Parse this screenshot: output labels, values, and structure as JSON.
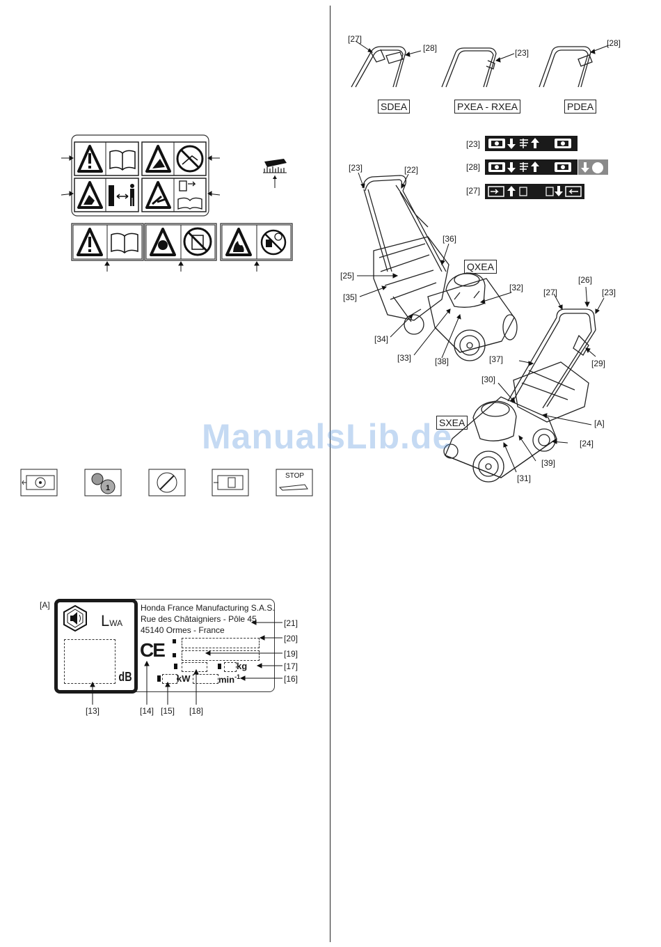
{
  "refs": {
    "r27a": "[27]",
    "r28a": "[28]",
    "r23a": "[23]",
    "r28b": "[28]",
    "r23b": "[23]",
    "r28c": "[28]",
    "r27b": "[27]",
    "r23c": "[23]",
    "r22": "[22]",
    "r36": "[36]",
    "r25": "[25]",
    "r35": "[35]",
    "r32": "[32]",
    "r34": "[34]",
    "r33": "[33]",
    "r38": "[38]",
    "r27c": "[27]",
    "r26": "[26]",
    "r23d": "[23]",
    "r29": "[29]",
    "r37": "[37]",
    "r30": "[30]",
    "rA": "[A]",
    "r24": "[24]",
    "r39": "[39]",
    "r31": "[31]",
    "plateA": "[A]",
    "r21": "[21]",
    "r20": "[20]",
    "r19": "[19]",
    "r17": "[17]",
    "r16": "[16]",
    "r13": "[13]",
    "r14": "[14]",
    "r15": "[15]",
    "r18": "[18]"
  },
  "models": {
    "sdea": "SDEA",
    "pxea": "PXEA - RXEA",
    "pdea": "PDEA",
    "qxea": "QXEA",
    "sxea": "SXEA"
  },
  "plate": {
    "line1": "Honda France Manufacturing S.A.S.",
    "line2": "Rue des Châtaigniers - Pôle 45",
    "line3": "45140 Ormes - France",
    "lwa": "L",
    "lwa_sub": "WA",
    "db": "dB",
    "kg": "kg",
    "kw": "kW",
    "min": "min",
    "min_sup": "-1",
    "ce": "CE"
  },
  "stop_label": "STOP",
  "watermark": "ManualsLib.de",
  "icons": [
    "warning-icon",
    "manual-book-icon",
    "blade-hazard-icon",
    "no-hand-icon",
    "hand-injury-icon",
    "keep-distance-icon",
    "thrown-object-icon",
    "spark-plug-icon",
    "fire-hazard-icon",
    "no-refuel-hot-icon",
    "blade-brake-icon",
    "gear-icon",
    "stop-icon"
  ]
}
